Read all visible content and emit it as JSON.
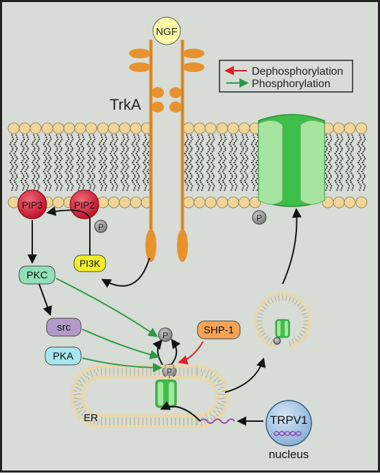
{
  "labels": {
    "ngf": "NGF",
    "trka": "TrkA",
    "pip3": "PIP3",
    "pip2": "PIP2",
    "pi3k": "PI3K",
    "pkc": "PKC",
    "src": "src",
    "pka": "PKA",
    "shp1": "SHP-1",
    "er": "ER",
    "trpv1": "TRPV1",
    "nucleus": "nucleus",
    "phospho": "P"
  },
  "legend": {
    "items": [
      {
        "label": "Dephosphorylation",
        "color": "#e0202a"
      },
      {
        "label": "Phosphorylation",
        "color": "#2a9a45"
      }
    ]
  },
  "colors": {
    "background": "#d7dcd6",
    "frame": "#222222",
    "lipid_head": "#f0d59a",
    "lipid_tail": "#2a2a2a",
    "receptor": "#e8922e",
    "ngf": "#fff9a8",
    "pip": "#d42035",
    "pi3k": "#f2ef2a",
    "pkc": "#8fe0b8",
    "src": "#b39ac8",
    "pka": "#a8e6ee",
    "shp1": "#f5a455",
    "trpv1_channel_dark": "#3dbf4a",
    "trpv1_channel_light": "#a6e5a0",
    "nucleus": "#a8c8e8",
    "dna": "#8a4ab0",
    "phospho": "#909090"
  }
}
